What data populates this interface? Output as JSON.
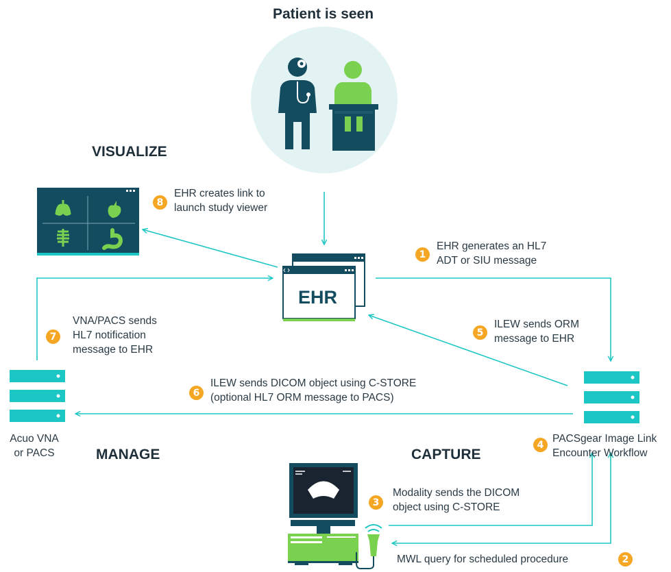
{
  "colors": {
    "teal": "#1bc6c4",
    "navy": "#134b5f",
    "green": "#7ad14f",
    "orange": "#f5a623",
    "circle_bg": "#e3f3f3",
    "text": "#1f2f3a"
  },
  "headings": {
    "top": "Patient is seen",
    "visualize": "VISUALIZE",
    "manage": "MANAGE",
    "capture": "CAPTURE"
  },
  "ehr": {
    "label": "EHR"
  },
  "nodes": {
    "vna_line1": "Acuo VNA",
    "vna_line2": "or PACS",
    "pacsgear_line1": "PACSgear Image Link",
    "pacsgear_line2": "Encounter Workflow"
  },
  "steps": [
    {
      "num": "1",
      "line1": "EHR generates an HL7",
      "line2": "ADT or SIU message"
    },
    {
      "num": "2",
      "line1": "MWL query for scheduled procedure"
    },
    {
      "num": "3",
      "line1": "Modality sends the DICOM",
      "line2": "object using C-STORE"
    },
    {
      "num": "4"
    },
    {
      "num": "5",
      "line1": "ILEW sends ORM",
      "line2": "message to EHR"
    },
    {
      "num": "6",
      "line1": "ILEW sends DICOM object using C-STORE",
      "line2": "(optional HL7 ORM message to PACS)"
    },
    {
      "num": "7",
      "line1": "VNA/PACS sends",
      "line2": "HL7 notification",
      "line3": "message to EHR"
    },
    {
      "num": "8",
      "line1": "EHR creates link to",
      "line2": "launch study viewer"
    }
  ],
  "icons": [
    "doctor-icon",
    "patient-icon",
    "viewer-monitor-icon",
    "lungs-icon",
    "heart-icon",
    "ribcage-icon",
    "stomach-icon",
    "browser-window-icon",
    "server-stack-icon",
    "ultrasound-machine-icon",
    "ultrasound-probe-icon"
  ]
}
